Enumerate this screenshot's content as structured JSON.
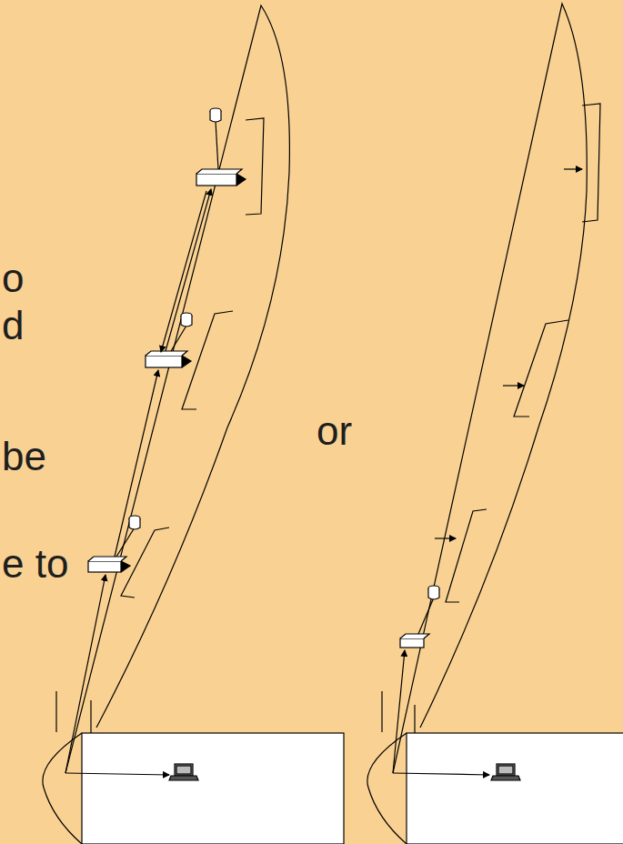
{
  "diagram": {
    "labels": [
      "o",
      "d",
      "be",
      "e to",
      "or"
    ]
  }
}
